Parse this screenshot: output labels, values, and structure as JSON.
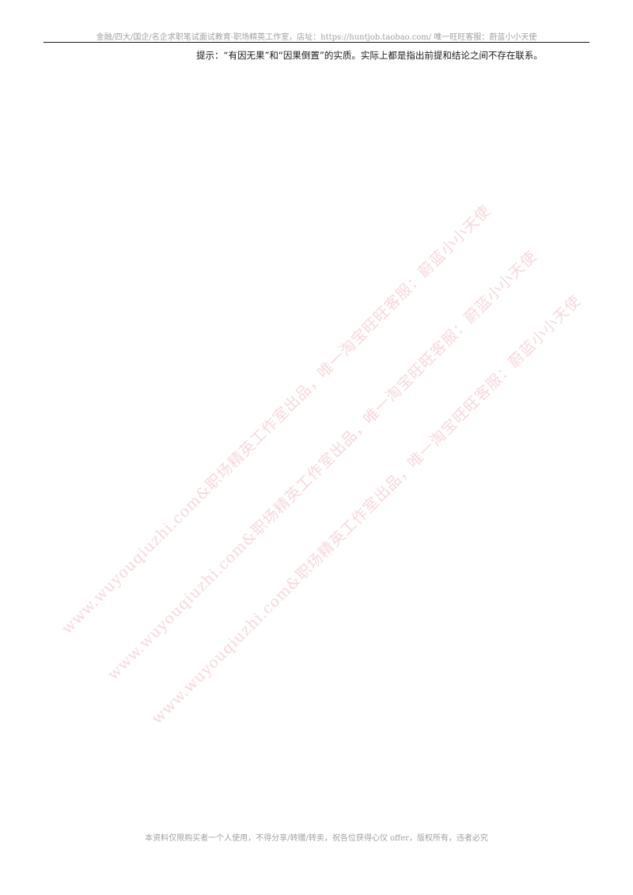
{
  "header": {
    "text": "金融/四大/国企/名企求职笔试面试教育-职场精英工作室，店址：https://huntjob.taobao.com/ 唯一旺旺客服：蔚蓝小小天使"
  },
  "body": {
    "hint": "提示：“有因无果”和“因果倒置”的实质。实际上都是指出前提和结论之间不存在联系。"
  },
  "watermark": {
    "text": "www.wuyouqiuzhi.com&职场精英工作室出品，唯一淘宝旺旺客服：蔚蓝小小天使"
  },
  "footer": {
    "text": "本资料仅限购买者一个人使用，不得分享/转赠/转卖，祝各位获得心仪 offer，版权所有，违者必究"
  }
}
